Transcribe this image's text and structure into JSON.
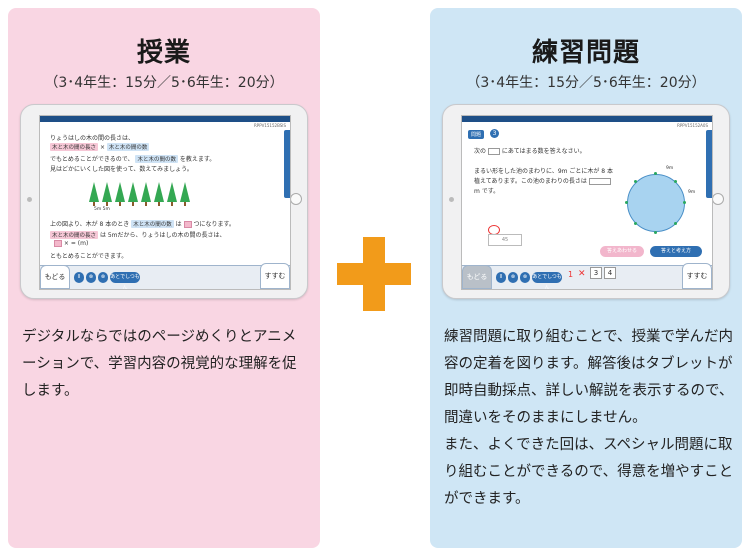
{
  "left_panel": {
    "title": "授業",
    "subtitle": "（3･4年生：15分／5･6年生：20分）",
    "description": "デジタルならではのページめくりとアニメーションで、学習内容の視覚的な理解を促します。",
    "tablet": {
      "id_text": "RPPV15152BSIS",
      "lines": {
        "l1": "りょうはしの木の間の長さは、",
        "l1_chip1": "木と木の間の長さ",
        "l1_x": "×",
        "l1_chip2": "木と木の間の数",
        "l2_pre": "でもとめることができるので、",
        "l2_chip": "木と木の間の数",
        "l2_post": "を教えます。",
        "l3": "見はどかにいくした図を使って、数えてみましょう。",
        "measure": "5m   5m",
        "l4_pre": "上の図より、木が 8 本のとき",
        "l4_chip": "木と木の間の数",
        "l4_mid": "は",
        "l4_post": "つになります。",
        "l5_chip": "木と木の間の長さ",
        "l5_post": "は 5mだから、りょうはしの木の間の長さは、",
        "l6": "×   =     (m)",
        "l7": "ともとめることができます。"
      },
      "back_label": "もどる",
      "next_label": "すすむ",
      "ctrl1": "II",
      "ctrl2": "⊗",
      "ctrl3": "⊗",
      "ctrl_wide": "あとでしつもん"
    }
  },
  "right_panel": {
    "title": "練習問題",
    "subtitle": "（3･4年生：15分／5･6年生：20分）",
    "description_1": "練習問題に取り組むことで、授業で学んだ内容の定着を図ります。解答後はタブレットが即時自動採点、詳しい解説を表示するので、間違いをそのままにしません。",
    "description_2": "また、よくできた回は、スペシャル問題に取り組むことができるので、得意を増やすことができます。",
    "tablet": {
      "id_text": "RPPV15152A0S",
      "badge": "問題",
      "qnum": "3",
      "q1": "次の",
      "q1_post": "にあてはまる数を答えなさい。",
      "q2": "まるい形をした池のまわりに、9m ごとに木が 8 本",
      "q3_pre": "植えてあります。この池のまわりの長さは",
      "q4": "m です。",
      "circle_top": "9m",
      "circle_right": "9m",
      "answer_placeholder": "45",
      "btn_explain": "答えあわせる",
      "btn_answer": "答えと考え方",
      "back_label": "もどる",
      "next_label": "すすむ",
      "ctrl1": "II",
      "ctrl2": "⊗",
      "ctrl3": "⊗",
      "ctrl_wide": "あとでしつもん",
      "page1": "1",
      "page3": "3",
      "page4": "4"
    }
  },
  "colors": {
    "left_bg": "#f9d6e3",
    "right_bg": "#cfe6f5",
    "plus": "#f29b1a",
    "accent_blue": "#2f6fb2"
  }
}
